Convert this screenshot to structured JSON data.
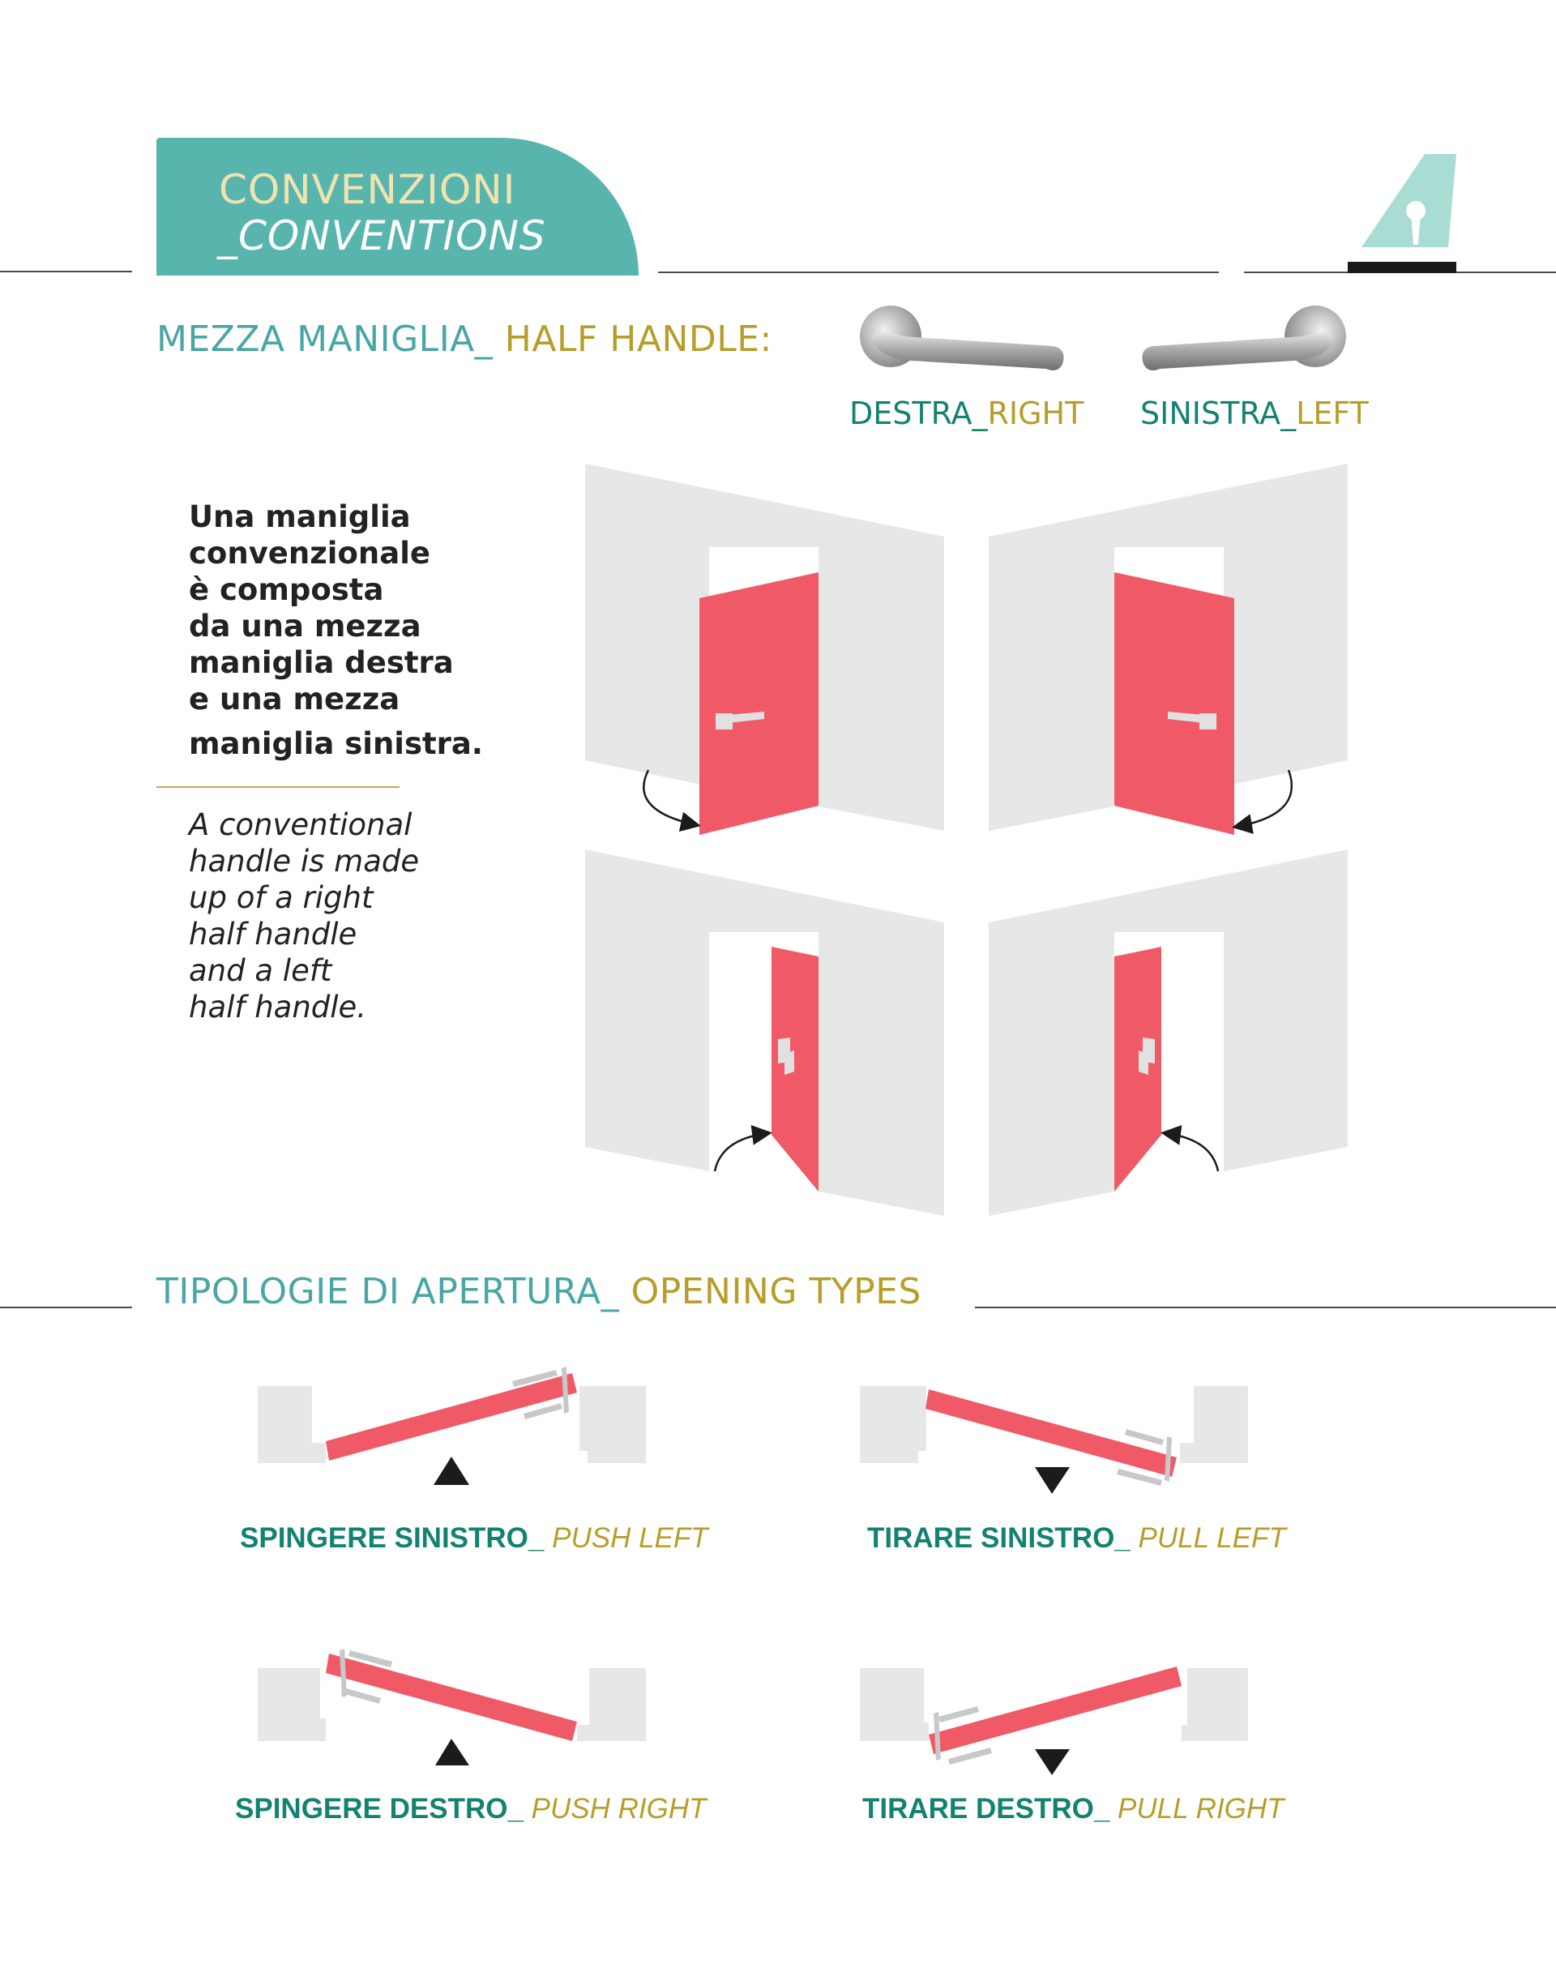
{
  "header": {
    "title_it": "CONVENZIONI",
    "title_en": "_CONVENTIONS"
  },
  "colors": {
    "tab": "#58b5ae",
    "door": "#f05a67",
    "wall": "#e7e7e7",
    "teal_text": "#4aa6a4",
    "dark_teal_text": "#148270",
    "gold_text": "#b69e2b",
    "logo": "#a9ddd4"
  },
  "half_handle": {
    "heading_it": "MEZZA MANIGLIA_",
    "heading_en": " HALF HANDLE:",
    "right_it": "DESTRA_",
    "right_en": "RIGHT",
    "left_it": "SINISTRA_",
    "left_en": "LEFT"
  },
  "description": {
    "it_lines": [
      "Una maniglia",
      "convenzionale",
      "è composta",
      "da una mezza",
      "maniglia destra",
      "e una mezza",
      "maniglia sinistra."
    ],
    "en_lines": [
      "A conventional",
      "handle is made",
      "up of a right",
      "half handle",
      "and a left",
      "half handle."
    ]
  },
  "opening_types": {
    "heading_it": "TIPOLOGIE DI APERTURA_",
    "heading_en": " OPENING TYPES",
    "items": [
      {
        "it": "SPINGERE SINISTRO_",
        "en": " PUSH LEFT"
      },
      {
        "it": "TIRARE SINISTRO_",
        "en": " PULL LEFT"
      },
      {
        "it": "SPINGERE DESTRO_",
        "en": " PUSH RIGHT"
      },
      {
        "it": "TIRARE DESTRO_",
        "en": " PULL RIGHT"
      }
    ]
  }
}
